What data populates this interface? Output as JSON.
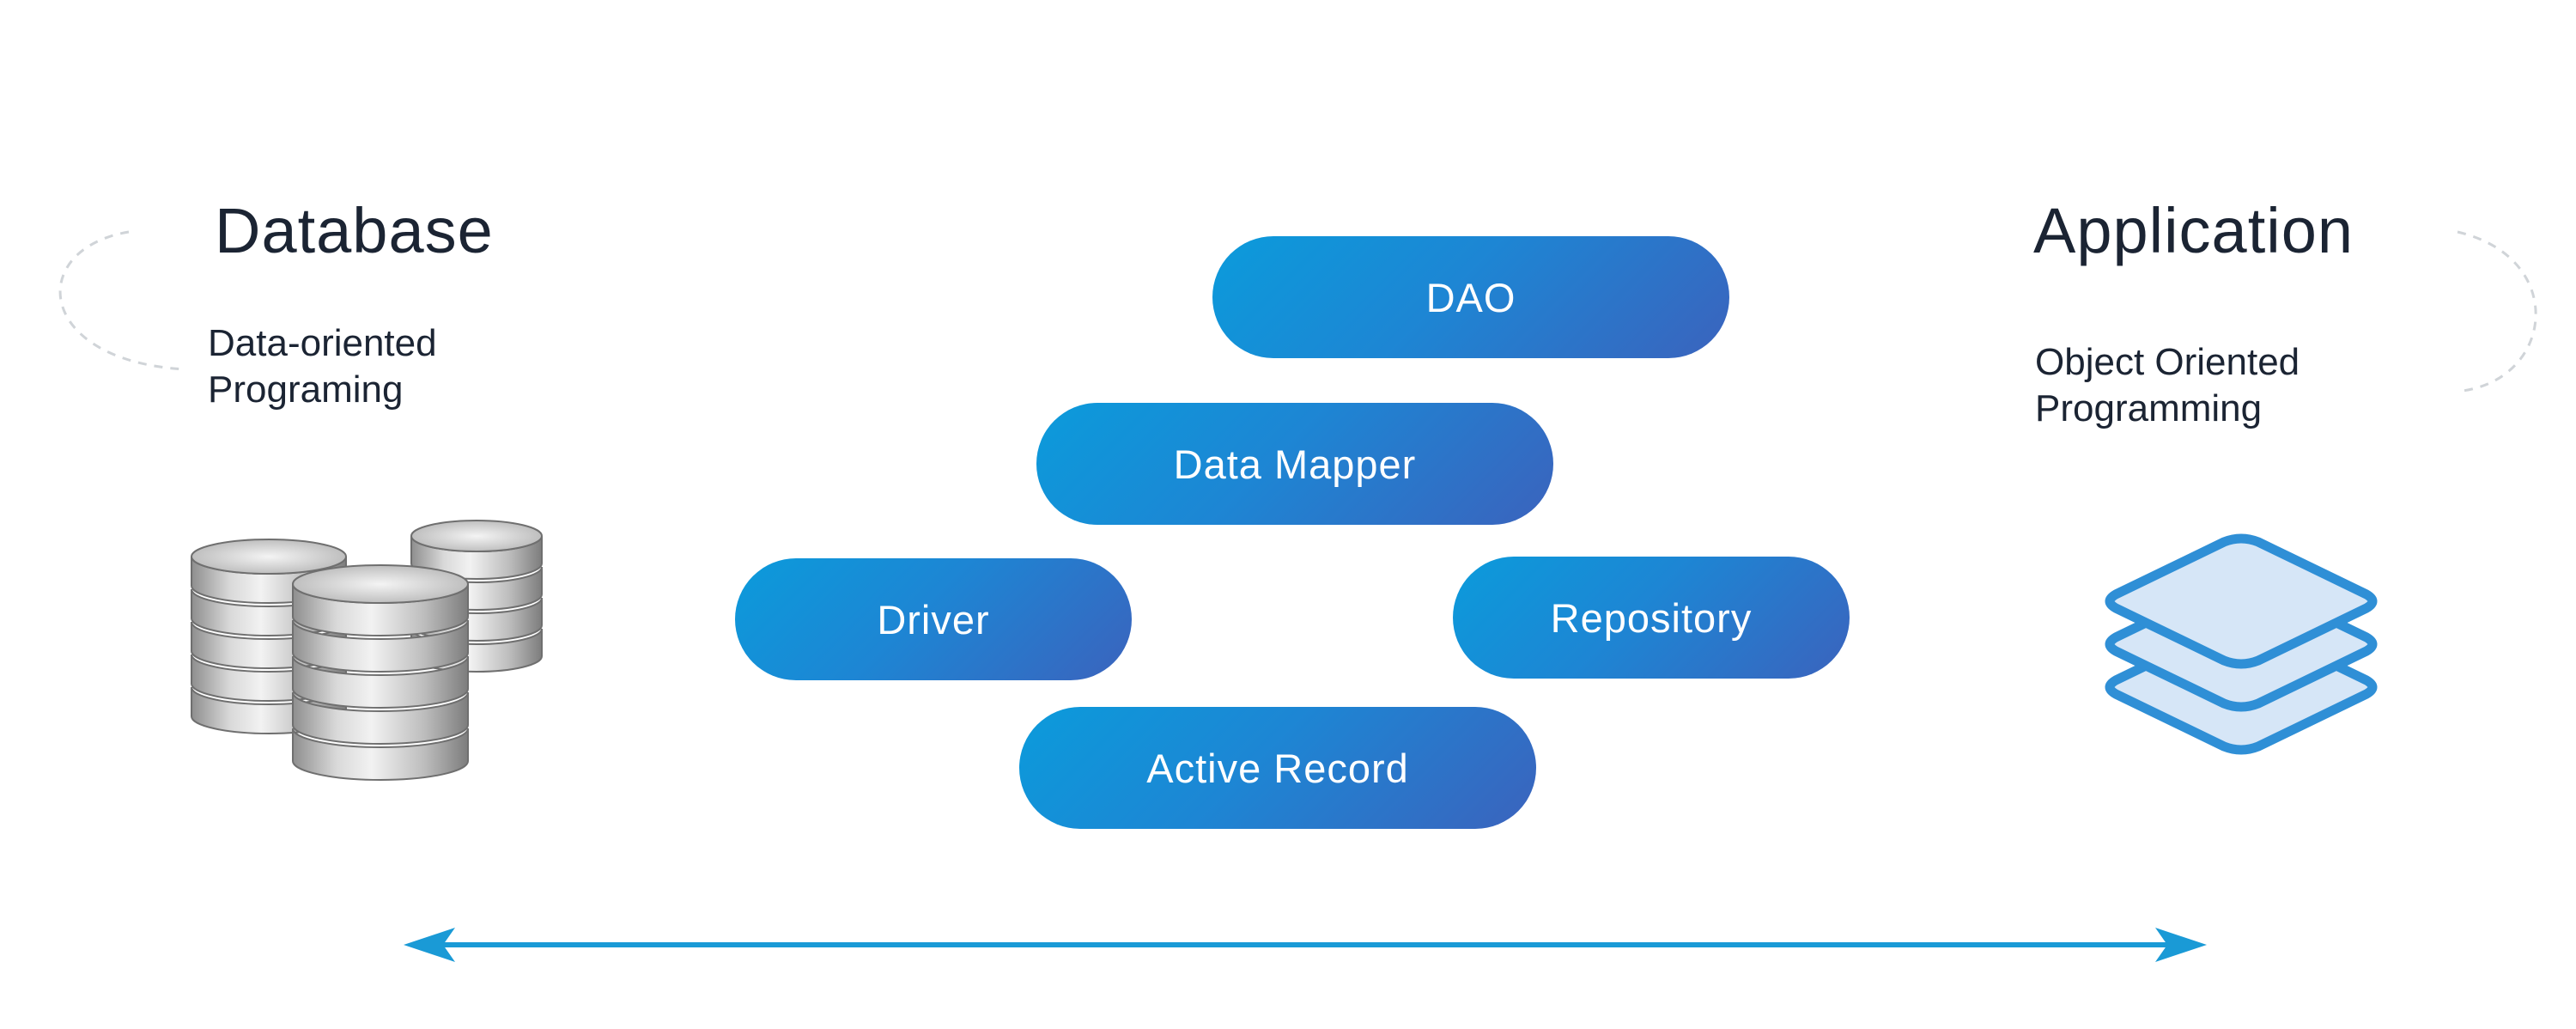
{
  "database": {
    "title": "Database",
    "subtitle_line1": "Data-oriented",
    "subtitle_line2": "Programing",
    "icon": "database-cylinders-icon"
  },
  "application": {
    "title": "Application",
    "subtitle_line1": "Object Oriented",
    "subtitle_line2": "Programming",
    "icon": "stacked-layers-icon"
  },
  "patterns": {
    "dao": "DAO",
    "data_mapper": "Data Mapper",
    "driver": "Driver",
    "repository": "Repository",
    "active_record": "Active Record"
  },
  "colors": {
    "pill_start": "#0b9bdb",
    "pill_end": "#3b63bd",
    "arrow": "#1a9ad6",
    "layers_stroke": "#2f8fd6",
    "layers_fill": "#d6e6f7",
    "text": "#1b2433"
  },
  "arrow": {
    "direction": "bidirectional",
    "icon": "double-headed-arrow-icon"
  }
}
